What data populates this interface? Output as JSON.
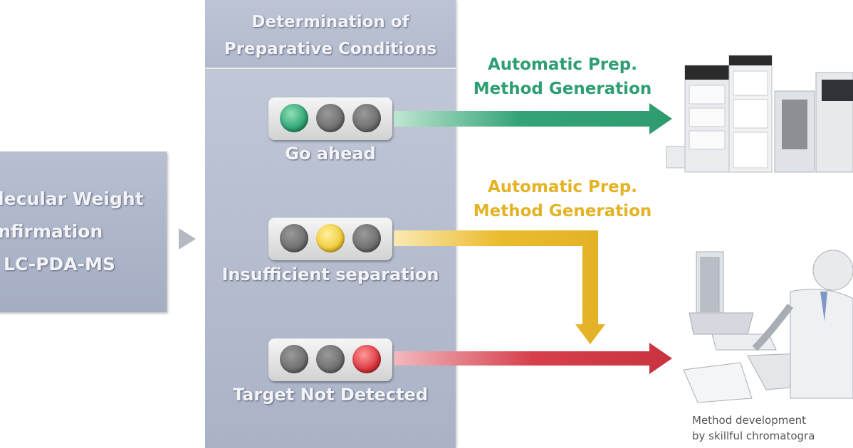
{
  "left_box": {
    "lines": [
      "olecular Weight",
      "onfirmation",
      "y LC-PDA-MS"
    ]
  },
  "column": {
    "header": [
      "Determination of",
      "Preparative Conditions"
    ]
  },
  "rows": [
    {
      "status": "Go ahead",
      "lamps": [
        "green",
        "off",
        "off"
      ],
      "label": [
        "Automatic Prep.",
        "Method Generation"
      ],
      "label_color": "#2e9e72",
      "arrow_color": "#34a377"
    },
    {
      "status": "Insufficient separation",
      "lamps": [
        "off",
        "yellow",
        "off"
      ],
      "label": [
        "Automatic Prep.",
        "Method Generation"
      ],
      "label_color": "#e3b325",
      "arrow_color": "#e7b82c"
    },
    {
      "status": "Target Not Detected",
      "lamps": [
        "off",
        "off",
        "red"
      ],
      "label": [],
      "label_color": "",
      "arrow_color": "#d23c48"
    }
  ],
  "caption": [
    "Method development",
    "by skillful chromatogra"
  ],
  "icons": {
    "instrument": "lc-instrument-icon",
    "person": "chromatographer-icon"
  }
}
